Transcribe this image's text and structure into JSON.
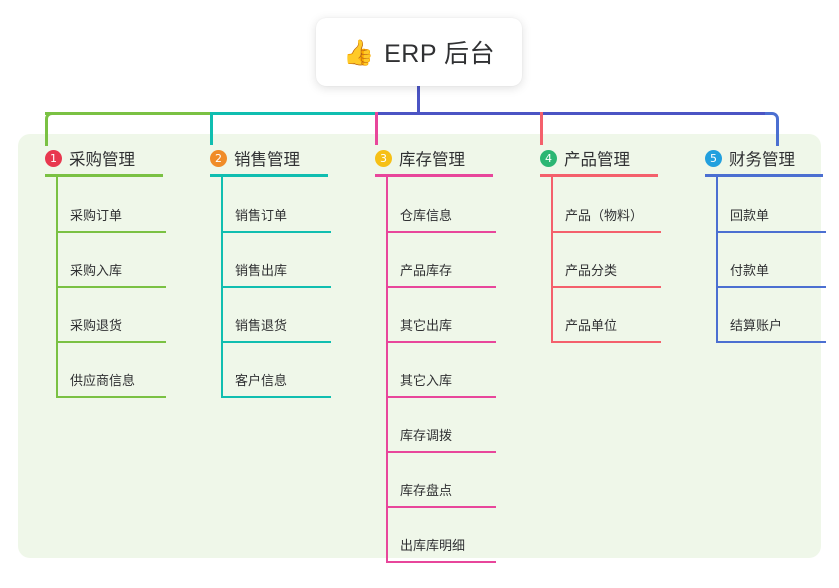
{
  "root": {
    "icon": "thumbs-up-icon",
    "emoji": "👍",
    "title": "ERP 后台"
  },
  "canvas": {
    "background": "#EFF7E9"
  },
  "connectors": {
    "root_stem_color": "#4B54C4",
    "segments": [
      {
        "color": "#7AC143",
        "from": "col1",
        "to": "col2"
      },
      {
        "color": "#10BEB0",
        "from": "col2",
        "to": "col3"
      },
      {
        "color": "#4B54C4",
        "from": "col3",
        "to": "col5"
      }
    ]
  },
  "columns": [
    {
      "index": "1",
      "title": "采购管理",
      "badge_color": "#E8384F",
      "line_color": "#7AC143",
      "drop_color": "#7AC143",
      "items": [
        {
          "label": "采购订单"
        },
        {
          "label": "采购入库"
        },
        {
          "label": "采购退货"
        },
        {
          "label": "供应商信息"
        }
      ]
    },
    {
      "index": "2",
      "title": "销售管理",
      "badge_color": "#F08C28",
      "line_color": "#10BEB0",
      "drop_color": "#10BEB0",
      "items": [
        {
          "label": "销售订单"
        },
        {
          "label": "销售出库"
        },
        {
          "label": "销售退货"
        },
        {
          "label": "客户信息"
        }
      ]
    },
    {
      "index": "3",
      "title": "库存管理",
      "badge_color": "#F6C016",
      "line_color": "#E8469B",
      "drop_color": "#E8469B",
      "items": [
        {
          "label": "仓库信息"
        },
        {
          "label": "产品库存"
        },
        {
          "label": "其它出库"
        },
        {
          "label": "其它入库"
        },
        {
          "label": "库存调拨"
        },
        {
          "label": "库存盘点"
        },
        {
          "label": "出库库明细"
        }
      ]
    },
    {
      "index": "4",
      "title": "产品管理",
      "badge_color": "#2BB673",
      "line_color": "#F4606C",
      "drop_color": "#F4606C",
      "items": [
        {
          "label": "产品（物料）"
        },
        {
          "label": "产品分类"
        },
        {
          "label": "产品单位"
        }
      ]
    },
    {
      "index": "5",
      "title": "财务管理",
      "badge_color": "#22A0DE",
      "line_color": "#4B6FD1",
      "drop_color": "#4B6FD1",
      "items": [
        {
          "label": "回款单"
        },
        {
          "label": "付款单"
        },
        {
          "label": "结算账户"
        }
      ]
    }
  ]
}
